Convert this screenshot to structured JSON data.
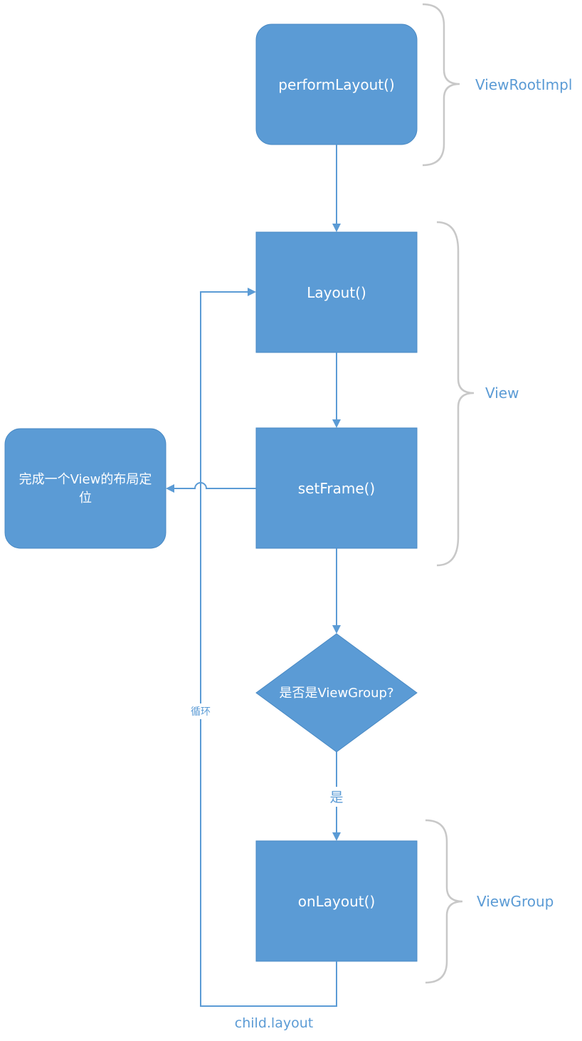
{
  "nodes": {
    "perform_layout": "performLayout()",
    "layout": "Layout()",
    "set_frame": "setFrame()",
    "decision": "是否是ViewGroup?",
    "on_layout": "onLayout()",
    "done_line1": "完成一个View的布局定",
    "done_line2": "位"
  },
  "braces": {
    "view_root_impl": "ViewRootImpl",
    "view": "View",
    "view_group": "ViewGroup"
  },
  "edges": {
    "yes": "是",
    "loop": "循环",
    "child_layout": "child.layout"
  },
  "colors": {
    "node_fill": "#5b9bd5",
    "node_stroke": "#4a8ac4",
    "line": "#5b9bd5",
    "brace": "#c8c8c8",
    "text_on_node": "#ffffff"
  }
}
